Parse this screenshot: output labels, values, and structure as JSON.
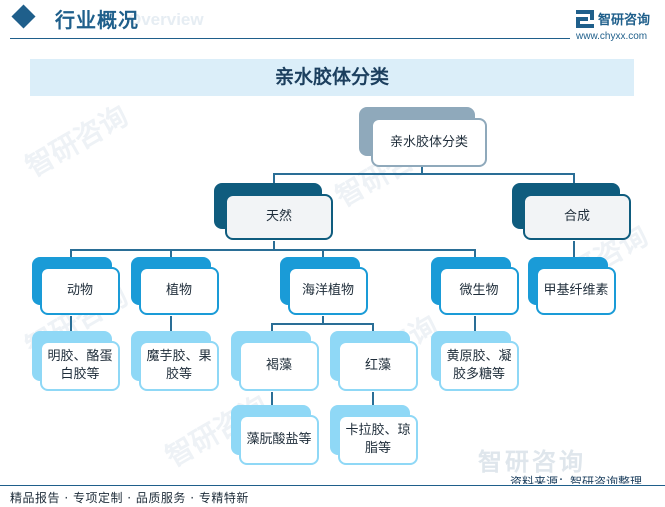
{
  "header": {
    "title": "行业概况",
    "title_en": "Overview",
    "brand": "智研咨询",
    "url": "www.chyxx.com"
  },
  "diagram": {
    "title": "亲水胶体分类",
    "root": "亲水胶体分类",
    "natural": "天然",
    "synthetic": "合成",
    "animal": "动物",
    "plant": "植物",
    "marine": "海洋植物",
    "microbe": "微生物",
    "methylcellulose": "甲基纤维素",
    "animal_examples": "明胶、酪蛋白胶等",
    "plant_examples": "魔芋胶、果胶等",
    "brown_algae": "褐藻",
    "red_algae": "红藻",
    "microbe_examples": "黄原胶、凝胶多糖等",
    "alginate": "藻朊酸盐等",
    "carrageenan": "卡拉胶、琼脂等"
  },
  "watermark": {
    "text": "智研咨询"
  },
  "source": "资料来源：智研咨询整理",
  "footer": "精品报告 · 专项定制 · 品质服务 · 专精特新",
  "colors": {
    "gray": "#8fa9bb",
    "dark": "#0f5c7e",
    "mid": "#1a9bd7",
    "light": "#8fd8f6",
    "brand": "#1f5f8b"
  }
}
